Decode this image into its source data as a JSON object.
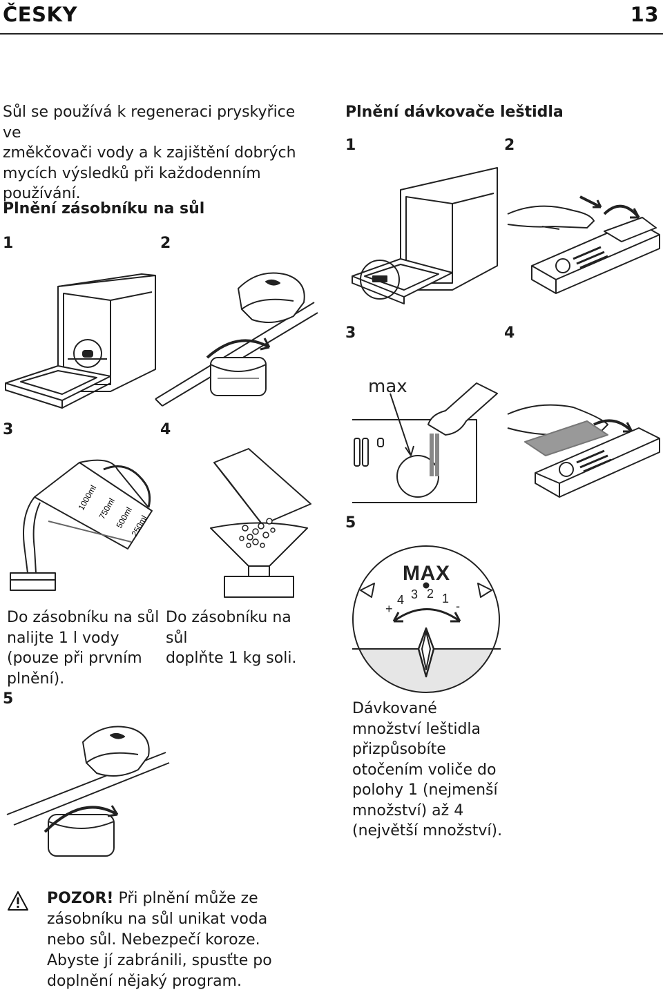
{
  "header": {
    "language": "ČESKY",
    "page_number": "13"
  },
  "intro_text": [
    "Sůl se používá k regeneraci pryskyřice ve",
    "změkčovači vody a k zajištění dobrých",
    "mycích výsledků při každodenním",
    "používání."
  ],
  "salt_section": {
    "heading": "Plnění zásobníku na sůl",
    "step_labels": [
      "1",
      "2",
      "3",
      "4",
      "5"
    ],
    "jug_marks": [
      "1000ml",
      "750ml",
      "500ml",
      "250ml"
    ],
    "step3_caption": [
      "Do zásobníku na sůl",
      "nalijte 1 l vody",
      "(pouze při prvním",
      "plnění)."
    ],
    "step4_caption": [
      "Do zásobníku na sůl",
      "doplňte 1 kg soli."
    ]
  },
  "rinse_section": {
    "heading": "Plnění dávkovače leštidla",
    "step_labels": [
      "1",
      "2",
      "3",
      "4",
      "5"
    ],
    "max_label": "max",
    "dial": {
      "title": "MAX",
      "numbers": [
        "4",
        "3",
        "2",
        "1"
      ],
      "plus": "+",
      "minus": "-"
    },
    "step5_caption": [
      "Dávkované",
      "množství leštidla",
      "přizpůsobíte",
      "otočením voliče do",
      "polohy 1 (nejmenší",
      "množství) až 4",
      "(největší množství)."
    ]
  },
  "warning": {
    "icon": "warning-triangle-icon",
    "title": "POZOR!",
    "first_line_rest": " Při plnění může ze",
    "lines": [
      "zásobníku na sůl unikat voda",
      "nebo sůl. Nebezpečí koroze.",
      "Abyste jí zabránili, spusťte po",
      "doplnění nějaký program."
    ]
  }
}
